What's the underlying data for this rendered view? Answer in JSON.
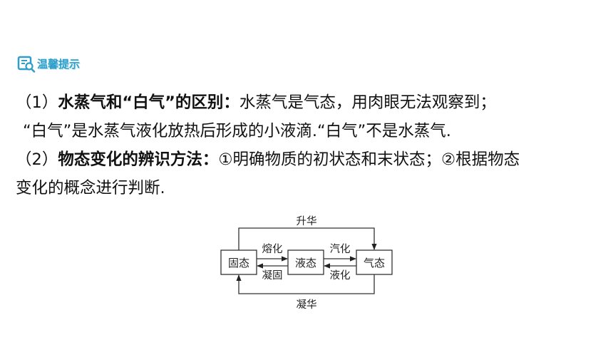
{
  "tip": {
    "label": "温馨提示",
    "icon": "magnifier-document-icon",
    "accent": "#2f9ec9"
  },
  "p1": {
    "open": "（1）",
    "bold_title": "水蒸气和“白气”的区别：",
    "line1_rest": "水蒸气是气态，用肉眼无法观察到；",
    "line2": "“白气”是水蒸气液化放热后形成的小液滴.“白气”不是水蒸气."
  },
  "p2": {
    "open": "（2）",
    "bold_title": "物态变化的辨识方法：",
    "line1_rest": "①明确物质的初状态和末状态；②根据物态",
    "line2": "变化的概念进行判断."
  },
  "diagram": {
    "states": {
      "solid": "固态",
      "liquid": "液态",
      "gas": "气态"
    },
    "processes": {
      "sublimation": "升华",
      "melting": "熔化",
      "solidification": "凝固",
      "vaporization": "汽化",
      "liquefaction": "液化",
      "deposition": "凝华"
    }
  }
}
